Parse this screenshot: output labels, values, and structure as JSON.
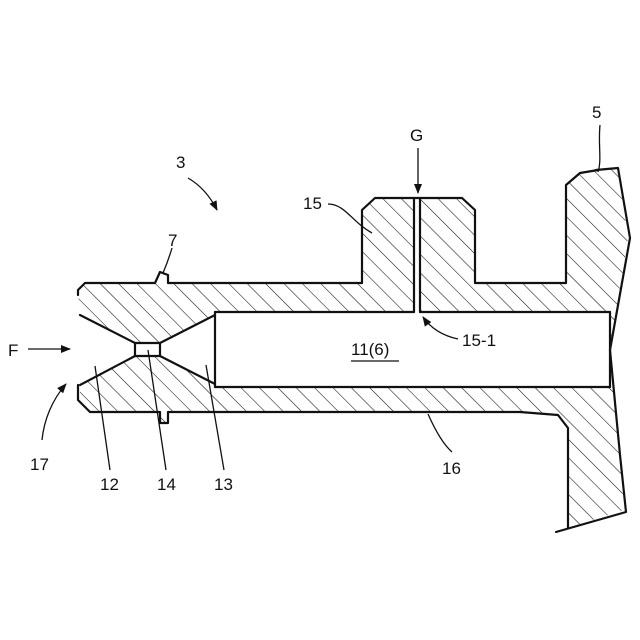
{
  "labels": {
    "l3": "3",
    "l5": "5",
    "l7": "7",
    "l15": "15",
    "lG": "G",
    "lF": "F",
    "l15_1": "15-1",
    "l11": "11(6)",
    "l17": "17",
    "l12": "12",
    "l14": "14",
    "l13": "13",
    "l16": "16"
  },
  "colors": {
    "line": "#111111",
    "background": "#ffffff"
  }
}
